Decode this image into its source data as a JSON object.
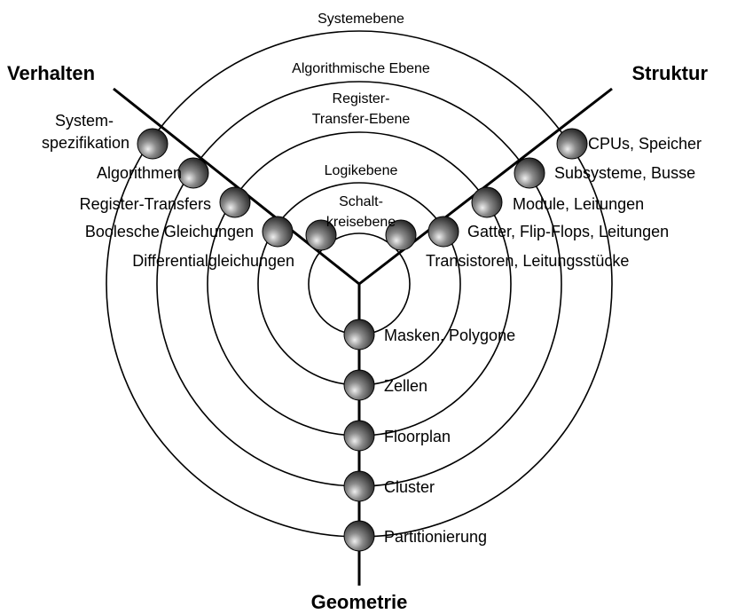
{
  "axes": {
    "behavior": "Verhalten",
    "structure": "Struktur",
    "geometry": "Geometrie"
  },
  "levels": {
    "system": "Systemebene",
    "algorithmic": "Algorithmische Ebene",
    "register_transfer": [
      "Register-",
      "Transfer-Ebene"
    ],
    "logic": "Logikebene",
    "circuit": [
      "Schalt-",
      "kreisebene"
    ]
  },
  "behavior_items": {
    "system": [
      "System-",
      "spezifikation"
    ],
    "algorithmic": "Algorithmen",
    "register_transfer": "Register-Transfers",
    "logic": "Boolesche Gleichungen",
    "circuit": "Differentialgleichungen"
  },
  "structure_items": {
    "system": "CPUs, Speicher",
    "algorithmic": "Subsysteme, Busse",
    "register_transfer": "Module, Leitungen",
    "logic": "Gatter, Flip-Flops, Leitungen",
    "circuit": "Transistoren, Leitungsstücke"
  },
  "geometry_items": {
    "circuit": "Masken, Polygone",
    "logic": "Zellen",
    "register_transfer": "Floorplan",
    "algorithmic": "Cluster",
    "system": "Partitionierung"
  },
  "colors": {
    "line": "#000000",
    "node_light": "#e8e8e8",
    "node_dark": "#1a1a1a",
    "background": "#ffffff"
  }
}
